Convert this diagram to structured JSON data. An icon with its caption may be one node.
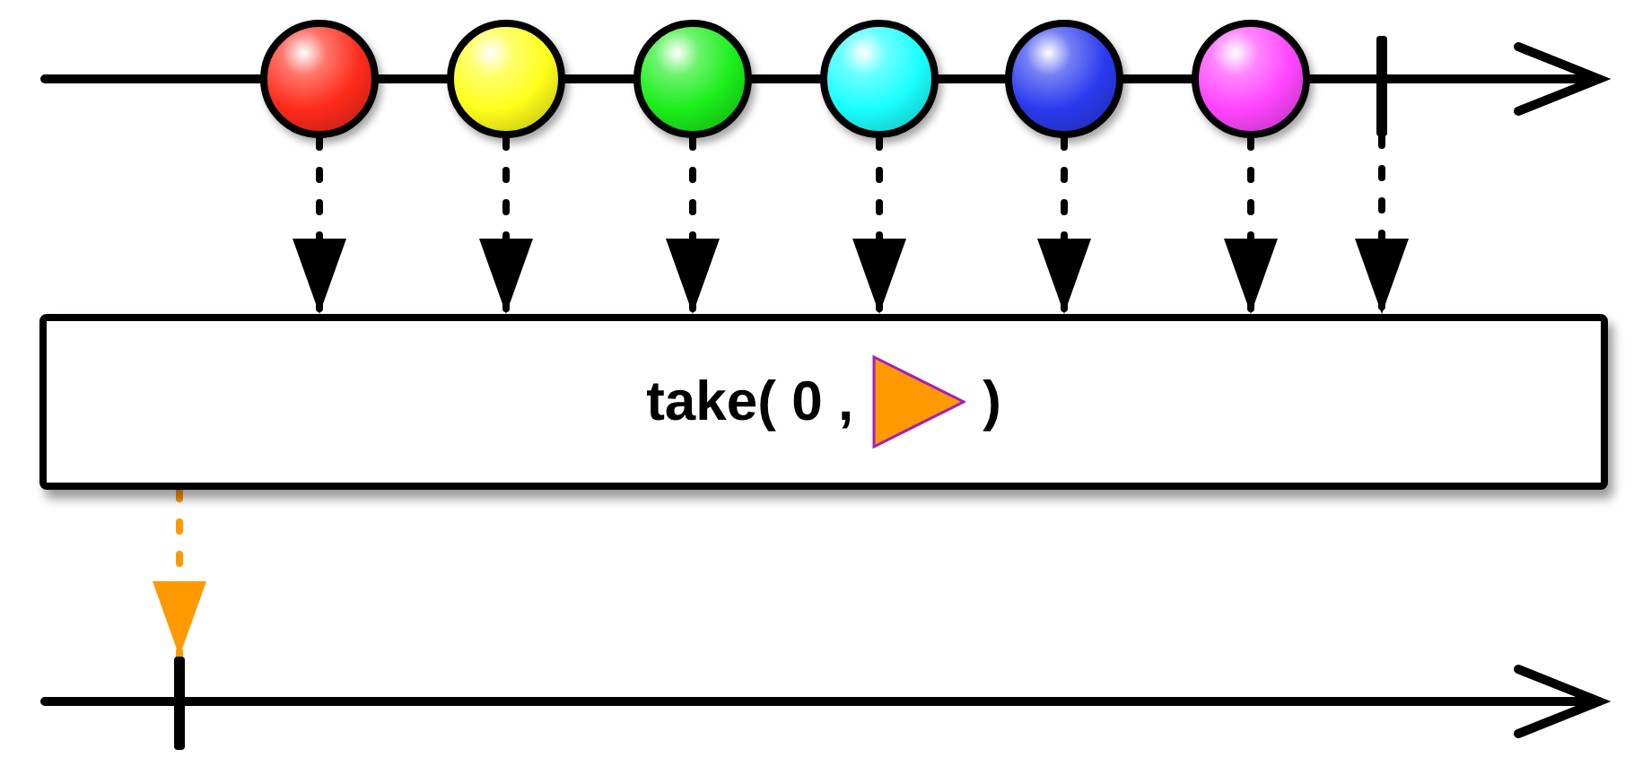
{
  "diagram": {
    "nodes": [
      {
        "text": [],
        "shape": "circle"
      },
      {
        "text": [],
        "shape": "circle"
      },
      {
        "text": [],
        "shape": "circle"
      },
      {
        "text": [],
        "shape": "circle"
      },
      {
        "text": [],
        "shape": "circle"
      },
      {
        "text": [],
        "shape": "circle"
      },
      {
        "text": [],
        "shape": "bar"
      },
      {
        "text": [
          "take( 0 ,",
          ")"
        ]
      },
      {
        "text": [],
        "shape": "bar"
      }
    ],
    "edges": [
      {
        "from": 0,
        "to": 7,
        "arrow": "to",
        "style": "dashed"
      },
      {
        "from": 1,
        "to": 7,
        "arrow": "to",
        "style": "dashed"
      },
      {
        "from": 2,
        "to": 7,
        "arrow": "to",
        "style": "dashed"
      },
      {
        "from": 3,
        "to": 7,
        "arrow": "to",
        "style": "dashed"
      },
      {
        "from": 4,
        "to": 7,
        "arrow": "to",
        "style": "dashed"
      },
      {
        "from": 5,
        "to": 7,
        "arrow": "to",
        "style": "dashed"
      },
      {
        "from": 6,
        "to": 7,
        "arrow": "to",
        "style": "dashed"
      },
      {
        "from": 7,
        "to": 8,
        "arrow": "to",
        "style": "dashed",
        "color": "#ff9900"
      }
    ]
  }
}
